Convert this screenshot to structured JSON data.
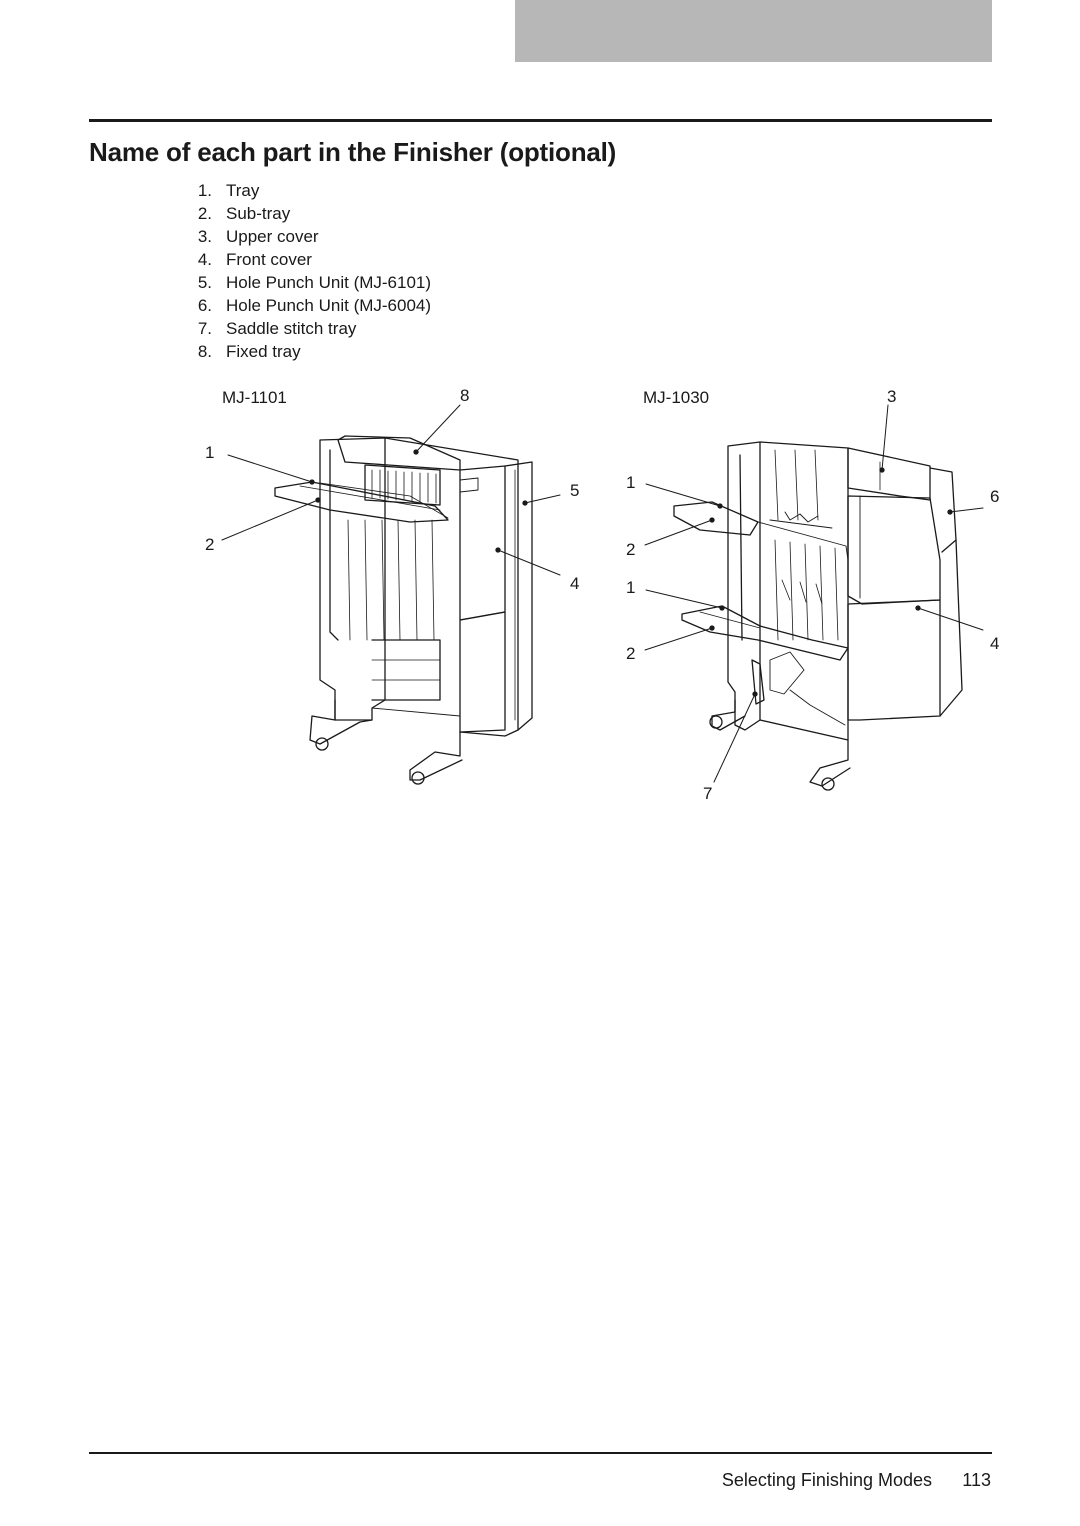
{
  "page": {
    "title": "Name of each part in the Finisher (optional)",
    "parts": [
      {
        "num": "1.",
        "label": "Tray"
      },
      {
        "num": "2.",
        "label": "Sub-tray"
      },
      {
        "num": "3.",
        "label": "Upper cover"
      },
      {
        "num": "4.",
        "label": "Front cover"
      },
      {
        "num": "5.",
        "label": "Hole Punch Unit (MJ-6101)"
      },
      {
        "num": "6.",
        "label": "Hole Punch Unit (MJ-6004)"
      },
      {
        "num": "7.",
        "label": "Saddle stitch tray"
      },
      {
        "num": "8.",
        "label": "Fixed tray"
      }
    ]
  },
  "figure": {
    "left_model": "MJ-1101",
    "right_model": "MJ-1030",
    "left_callouts": {
      "c8": "8",
      "c1": "1",
      "c5": "5",
      "c2": "2",
      "c4": "4"
    },
    "right_callouts": {
      "c3": "3",
      "c1a": "1",
      "c6": "6",
      "c2a": "2",
      "c1b": "1",
      "c2b": "2",
      "c4": "4",
      "c7": "7"
    }
  },
  "footer": {
    "section": "Selecting Finishing Modes",
    "page_number": "113"
  },
  "colors": {
    "header_tab": "#b7b7b7",
    "text": "#1a1a1a"
  }
}
